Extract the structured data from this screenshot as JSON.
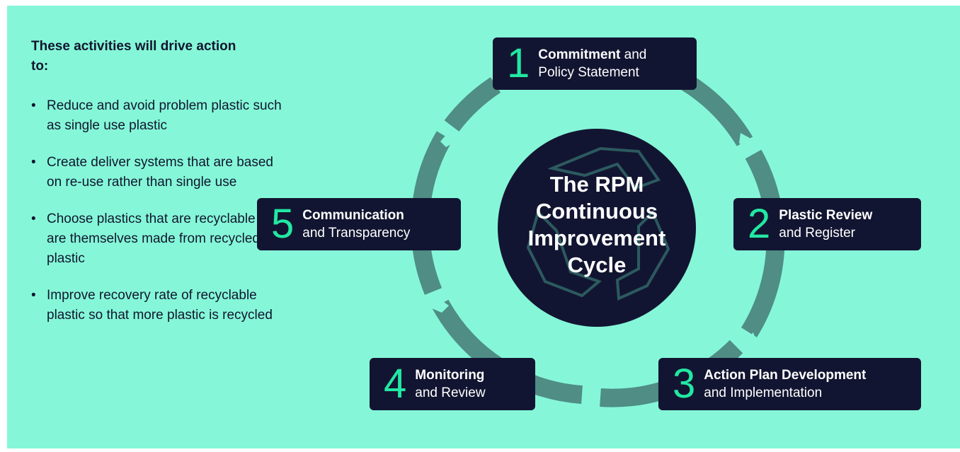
{
  "intro": {
    "heading": "These activities will drive action to:"
  },
  "activities": [
    {
      "bullet": "•",
      "text": "Reduce and avoid problem plastic such as single use plastic"
    },
    {
      "bullet": "•",
      "text": "Create deliver systems that are based on re-use rather than single use"
    },
    {
      "bullet": "•",
      "text": "Choose plastics that are recyclable and are themselves made from recycled plastic"
    },
    {
      "bullet": "•",
      "text": "Improve recovery rate of recyclable plastic so that more plastic is recycled"
    }
  ],
  "center": {
    "title": "The RPM Continuous Improvement Cycle"
  },
  "steps": [
    {
      "number": "1",
      "title": "Commitment",
      "title_suffix": " and",
      "subtitle": "Policy Statement"
    },
    {
      "number": "2",
      "title": "Plastic Review",
      "title_suffix": "",
      "subtitle": "and Register"
    },
    {
      "number": "3",
      "title": "Action Plan Development",
      "title_suffix": "",
      "subtitle": "and Implementation"
    },
    {
      "number": "4",
      "title": "Monitoring",
      "title_suffix": "",
      "subtitle": "and Review"
    },
    {
      "number": "5",
      "title": "Communication",
      "title_suffix": "",
      "subtitle": "and Transparency"
    }
  ],
  "colors": {
    "background": "#85f7d8",
    "box": "#121531",
    "accent": "#22e8a3",
    "ring": "#4f8d85",
    "recycle_icon": "recycle-icon"
  }
}
